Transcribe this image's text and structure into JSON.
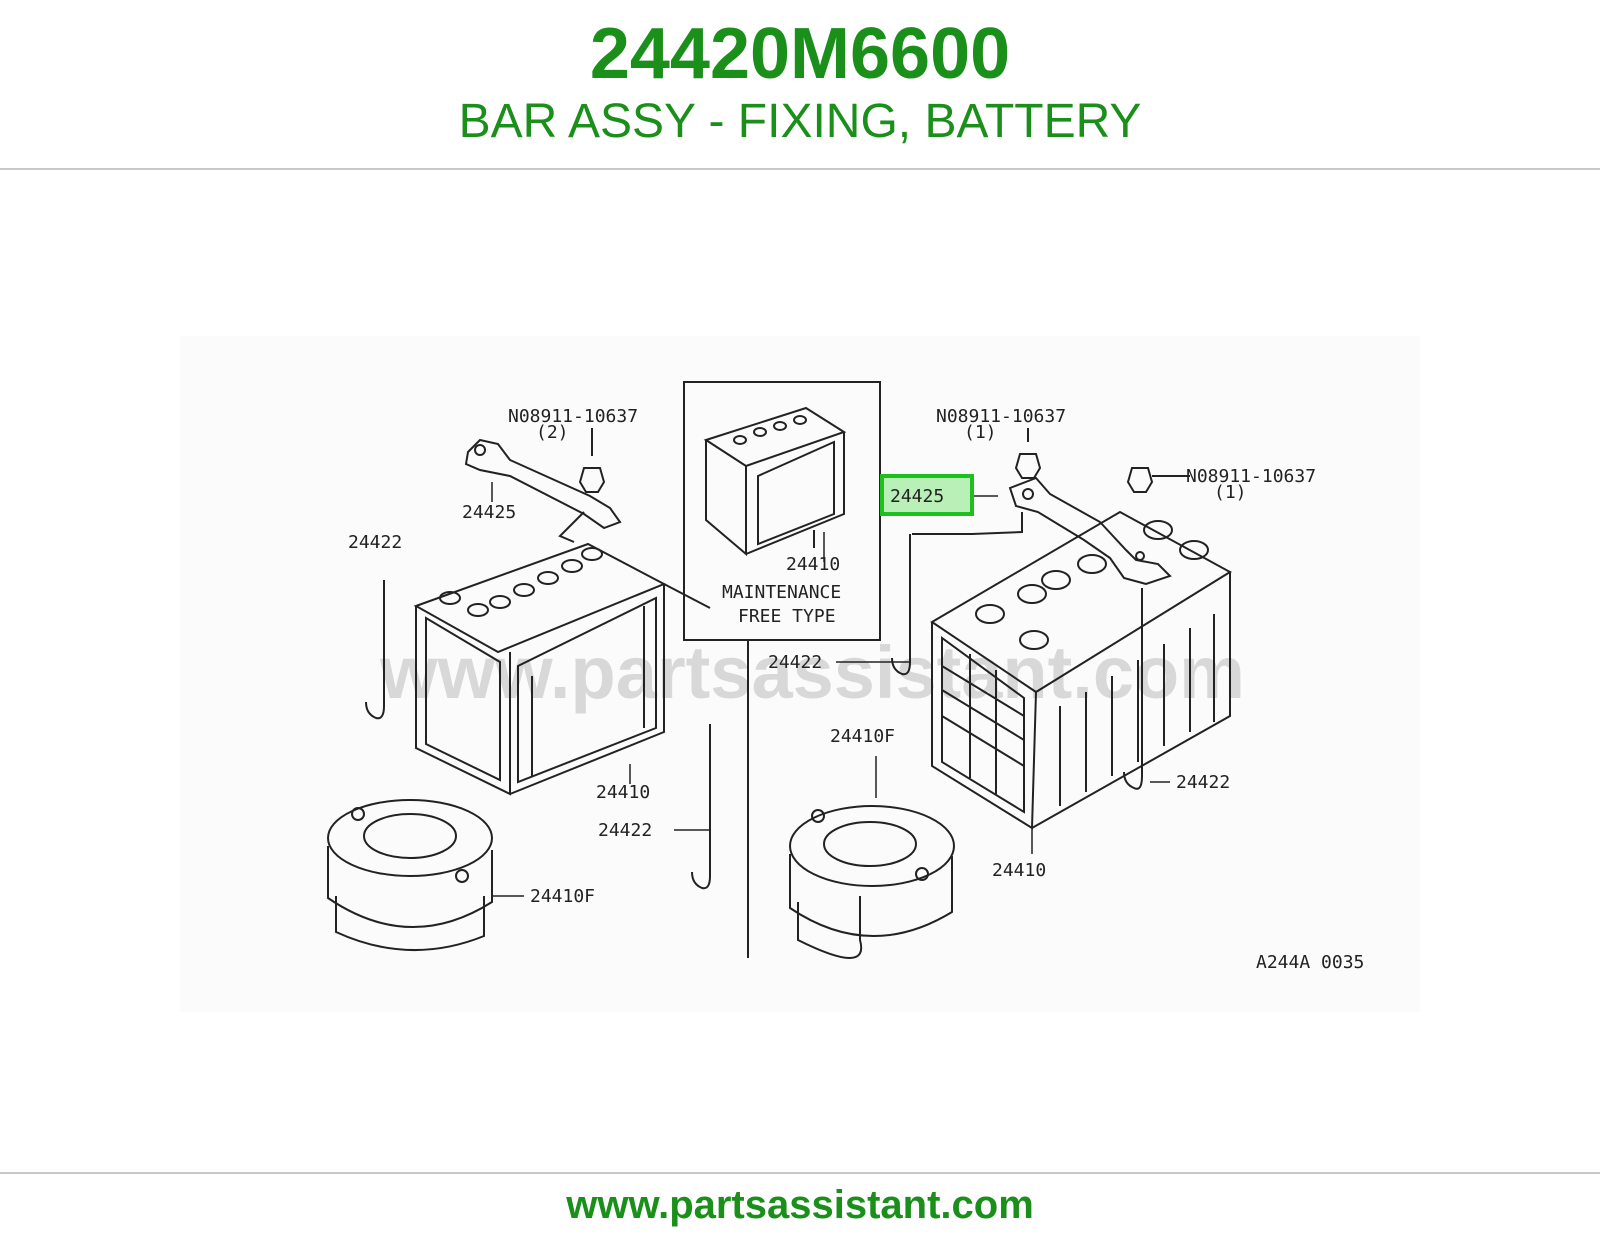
{
  "header": {
    "part_number": "24420M6600",
    "description": "BAR ASSY - FIXING, BATTERY"
  },
  "diagram": {
    "watermark": "www.partsassistant.com",
    "drawing_code": "A244A 0035",
    "inset": {
      "label": "24410",
      "caption_line1": "MAINTENANCE",
      "caption_line2": "FREE TYPE"
    },
    "left": {
      "nut_label": "N08911-10637",
      "nut_qty": "(2)",
      "bar_label": "24425",
      "rod_left_label": "24422",
      "battery_label": "24410",
      "rod_right_label": "24422",
      "tray_label": "24410F"
    },
    "right": {
      "nut1_label": "N08911-10637",
      "nut1_qty": "(1)",
      "nut2_label": "N08911-10637",
      "nut2_qty": "(1)",
      "bar_label_highlighted": "24425",
      "rod_left_label": "24422",
      "rod_right_label": "24422",
      "tray_label": "24410F",
      "battery_label": "24410"
    }
  },
  "footer": {
    "url": "www.partsassistant.com"
  },
  "colors": {
    "brand_green": "#1a8f1a",
    "highlight_border": "#1ec01e",
    "highlight_fill": "#b8f0b8"
  }
}
